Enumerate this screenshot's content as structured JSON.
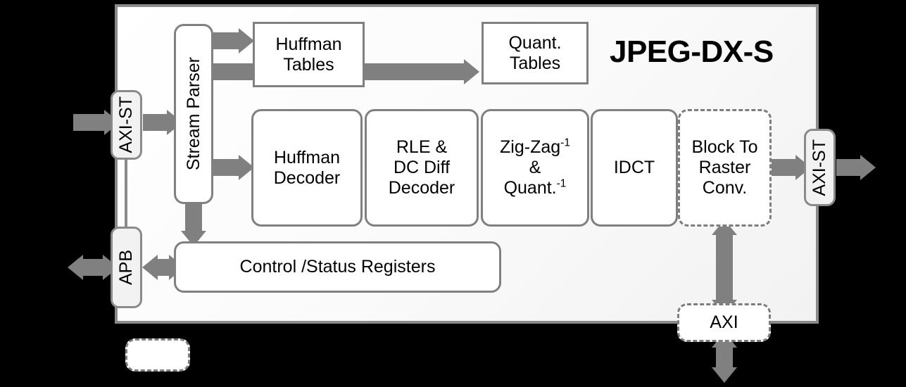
{
  "diagram": {
    "title": "JPEG-DX-S",
    "chip_label": "JPEG-DX-S",
    "colors": {
      "arrow": "#808080",
      "block_border": "#808080",
      "port_fill": "#f2f2f2",
      "chip_border": "#8a8a8a",
      "background": "#000000",
      "chip_fill": "#f7f7f7"
    },
    "ports": {
      "input_axi_st": "AXI-ST",
      "apb": "APB",
      "output_axi_st": "AXI-ST",
      "axi_memory": "AXI"
    },
    "blocks": {
      "stream_parser": "Stream Parser",
      "huffman_tables_l1": "Huffman",
      "huffman_tables_l2": "Tables",
      "quant_tables_l1": "Quant.",
      "quant_tables_l2": "Tables",
      "huffman_decoder_l1": "Huffman",
      "huffman_decoder_l2": "Decoder",
      "rle_dcdiff_l1": "RLE  &",
      "rle_dcdiff_l2": "DC Diff",
      "rle_dcdiff_l3": "Decoder",
      "zigzag_quant_l1": "Zig-Zag",
      "zigzag_quant_sup1": "-1",
      "zigzag_quant_l2": "&",
      "zigzag_quant_l3": "Quant.",
      "zigzag_quant_sup2": "-1",
      "idct": "IDCT",
      "block_to_raster_l1": "Block To",
      "block_to_raster_l2": "Raster",
      "block_to_raster_l3": "Conv.",
      "control_status_registers": "Control /Status Registers"
    },
    "legend": {
      "swatch_label": ""
    }
  }
}
